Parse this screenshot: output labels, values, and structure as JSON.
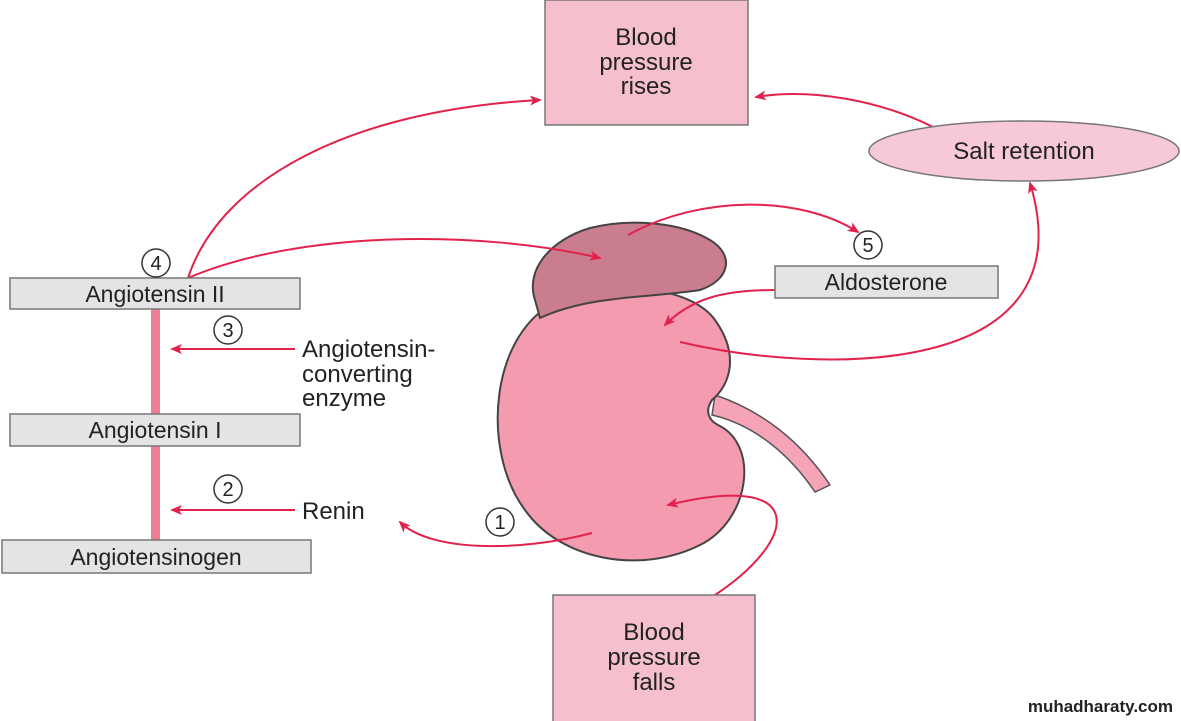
{
  "boxes": {
    "bp_rises": [
      "Blood",
      "pressure",
      "rises"
    ],
    "bp_falls": [
      "Blood",
      "pressure",
      "falls"
    ],
    "salt_retention": "Salt retention",
    "angiotensin_ii": "Angiotensin II",
    "angiotensin_i": "Angiotensin I",
    "angiotensinogen": "Angiotensinogen",
    "aldosterone": "Aldosterone"
  },
  "labels": {
    "ace": [
      "Angiotensin-",
      "converting",
      "enzyme"
    ],
    "renin": "Renin"
  },
  "steps": [
    "1",
    "2",
    "3",
    "4",
    "5"
  ],
  "watermark": "muhadharaty.com",
  "colors": {
    "arrow": "#e3224b",
    "pink_box": "#f6bfce",
    "gray_box": "#e4e4e4",
    "kidney": "#f49bb0",
    "adrenal": "#c97d8e"
  }
}
